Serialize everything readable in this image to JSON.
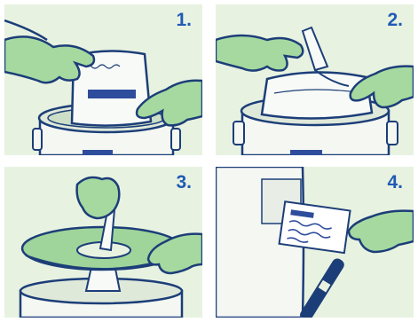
{
  "colors": {
    "background": "#e8f2e1",
    "glove_fill": "#a6d9a0",
    "outline": "#1c3e78",
    "number": "#1f5bb5",
    "label_bar": "#2e4d9c",
    "canister": "#f4f7f2"
  },
  "steps": [
    {
      "number": "1."
    },
    {
      "number": "2."
    },
    {
      "number": "3."
    },
    {
      "number": "4."
    }
  ]
}
